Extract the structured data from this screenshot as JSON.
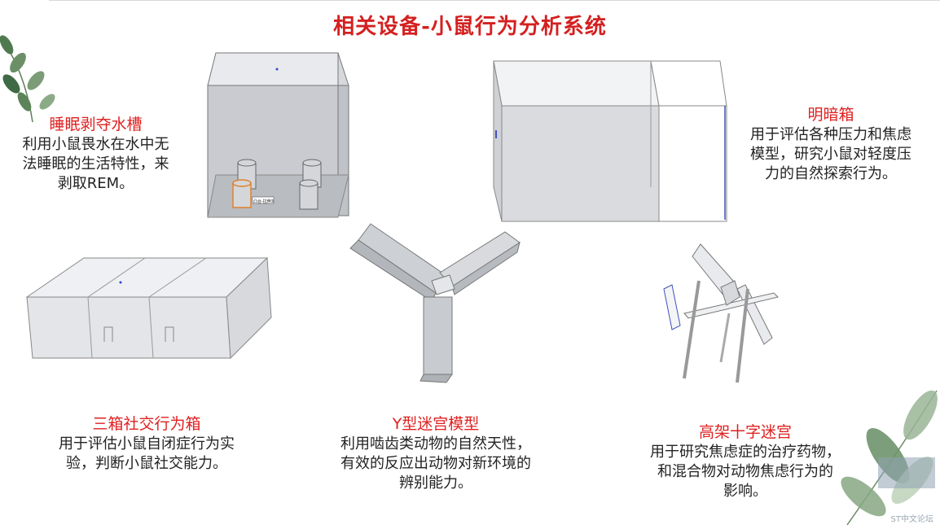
{
  "title": "相关设备-小鼠行为分析系统",
  "sections": {
    "sleep": {
      "heading": "睡眠剥夺水槽",
      "text": "利用小鼠畏水在水中无\n法睡眠的生活特性，来\n剥取REM。"
    },
    "lightdark": {
      "heading": "明暗箱",
      "text": "用于评估各种压力和焦虑\n模型，研究小鼠对轻度压\n力的自然探索行为。"
    },
    "social": {
      "heading": "三箱社交行为箱",
      "text": "用于评估小鼠自闭症行为实\n验，判断小鼠社交能力。"
    },
    "ymaze": {
      "heading": "Y型迷宫模型",
      "text": "利用啮齿类动物的自然天性，\n有效的反应出动物对新环境的\n辨别能力。"
    },
    "plus": {
      "heading": "高架十字迷宫",
      "text": "用于研究焦虑症的治疗药物，\n和混合物对动物焦虑行为的\n影响。"
    }
  },
  "tank_label": "凸台-拉伸3",
  "watermark": "ST中文论坛",
  "colors": {
    "title": "#d42020",
    "heading": "#e02020",
    "body": "#222222",
    "leaf": "#6f8f6a"
  }
}
